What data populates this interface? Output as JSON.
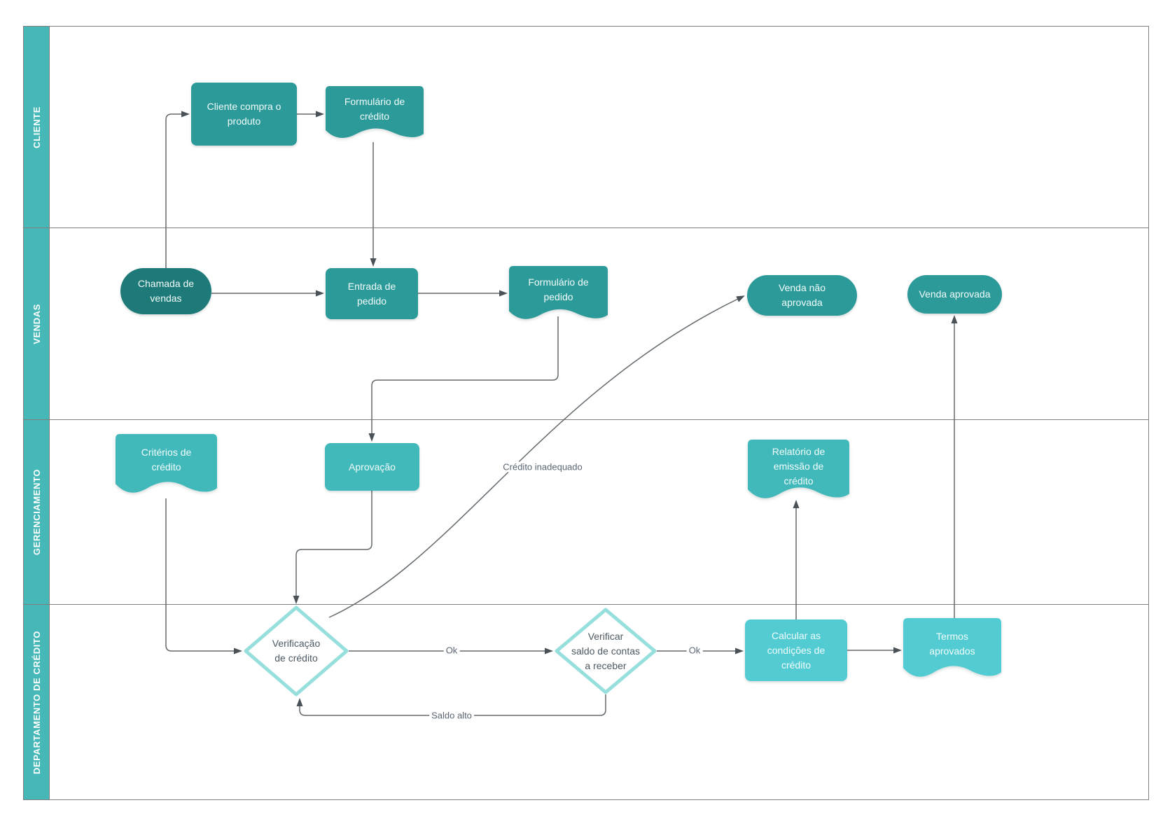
{
  "diagram": {
    "kind": "swimlane flowchart",
    "language": "pt-BR"
  },
  "colors": {
    "lane_strip": "#47b8b8",
    "lane_border": "#7f7f7f",
    "node_dark": "#1e7a78",
    "node_medium": "#2b9a99",
    "node_management": "#41b9bb",
    "node_credit_dept": "#52ccd2",
    "diamond_border": "#96dfdd",
    "connector": "#63696d",
    "node_text": "#f2fbfb",
    "diamond_text": "#4d5a63",
    "edge_label_text": "#5a6672"
  },
  "lanes": {
    "cliente": {
      "label": "CLIENTE"
    },
    "vendas": {
      "label": "VENDAS"
    },
    "gerenciamento": {
      "label": "GERENCIAMENTO"
    },
    "credito": {
      "label": "DEPARTAMENTO DE CRÉDITO"
    }
  },
  "nodes": {
    "cliente_compra": {
      "label": "Cliente compra o\nproduto"
    },
    "form_credito": {
      "label": "Formulário de\ncrédito"
    },
    "chamada_vendas": {
      "label": "Chamada de\nvendas"
    },
    "entrada_pedido": {
      "label": "Entrada de\npedido"
    },
    "form_pedido": {
      "label": "Formulário de\npedido"
    },
    "venda_nao": {
      "label": "Venda não\naprovada"
    },
    "venda_aprovada": {
      "label": "Venda aprovada"
    },
    "criterios_credito": {
      "label": "Critérios de\ncrédito"
    },
    "aprovacao": {
      "label": "Aprovação"
    },
    "relatorio_emissao": {
      "label": "Relatório de\nemissão de\ncrédito"
    },
    "verificacao_credito": {
      "label": "Verificação\nde crédito"
    },
    "verificar_saldo": {
      "label": "Verificar\nsaldo de contas\na receber"
    },
    "calcular_condicoes": {
      "label": "Calcular as\ncondições de\ncrédito"
    },
    "termos_aprovados": {
      "label": "Termos\naprovados"
    }
  },
  "edges": {
    "ok1": {
      "label": "Ok"
    },
    "ok2": {
      "label": "Ok"
    },
    "saldo_alto": {
      "label": "Saldo alto"
    },
    "credito_inadequado": {
      "label": "Crédito inadequado"
    }
  }
}
